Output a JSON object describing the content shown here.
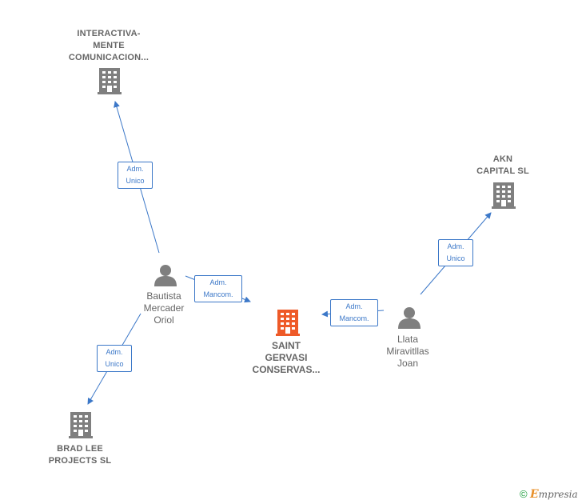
{
  "nodes": {
    "interactiva": {
      "type": "company",
      "label": "INTERACTIVA-\nMENTE\nCOMUNICACION..."
    },
    "akn": {
      "type": "company",
      "label": "AKN\nCAPITAL SL"
    },
    "brad_lee": {
      "type": "company",
      "label": "BRAD LEE\nPROJECTS  SL"
    },
    "saint_gervasi": {
      "type": "company-main",
      "label": "SAINT\nGERVASI\nCONSERVAS..."
    },
    "bautista": {
      "type": "person",
      "label": "Bautista\nMercader\nOriol"
    },
    "llata": {
      "type": "person",
      "label": "Llata\nMiravitllas\nJoan"
    }
  },
  "edges": [
    {
      "from": "bautista",
      "to": "interactiva",
      "role_line1": "Adm.",
      "role_line2": "Unico"
    },
    {
      "from": "bautista",
      "to": "saint_gervasi",
      "role_line1": "Adm.",
      "role_line2": "Mancom."
    },
    {
      "from": "bautista",
      "to": "brad_lee",
      "role_line1": "Adm.",
      "role_line2": "Unico"
    },
    {
      "from": "llata",
      "to": "saint_gervasi",
      "role_line1": "Adm.",
      "role_line2": "Mancom."
    },
    {
      "from": "llata",
      "to": "akn",
      "role_line1": "Adm.",
      "role_line2": "Unico"
    }
  ],
  "colors": {
    "edge": "#3c78c8",
    "company": "#7f7f7f",
    "main_company": "#ee5a28",
    "person": "#7f7f7f",
    "label": "#666666"
  },
  "footer": {
    "copyright": "©",
    "brand_initial": "E",
    "brand_rest": "mpresia"
  }
}
